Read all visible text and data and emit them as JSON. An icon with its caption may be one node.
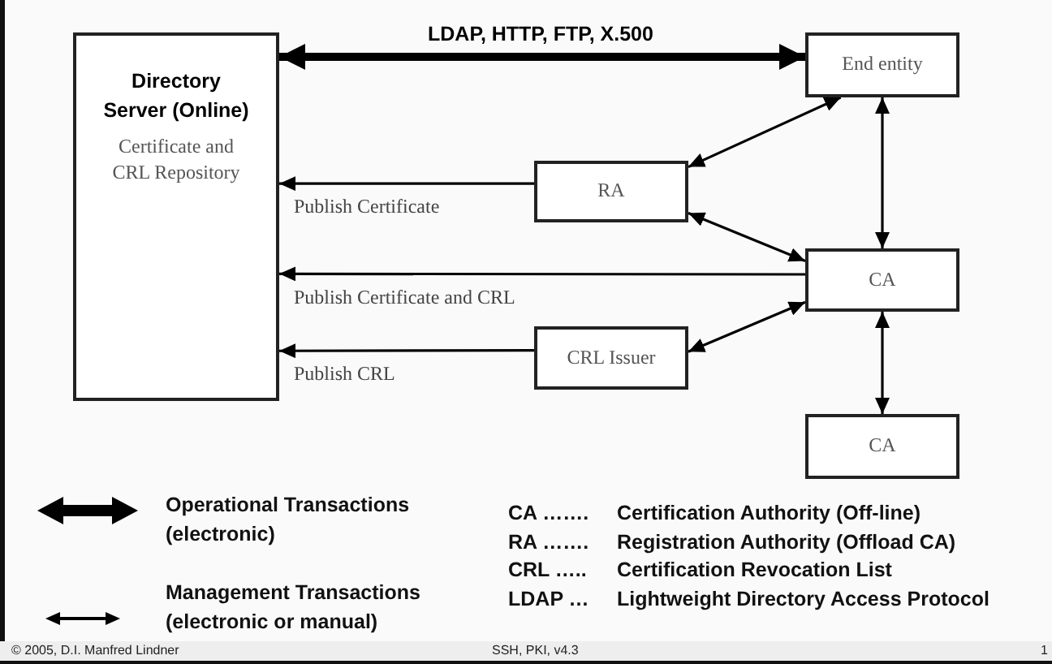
{
  "diagram": {
    "nodes": [
      {
        "text": [
          "Directory Server (Online)",
          "Certificate and CRL Repository"
        ]
      },
      {
        "text": [
          "End entity"
        ]
      },
      {
        "text": [
          "RA"
        ]
      },
      {
        "text": [
          "CA"
        ]
      },
      {
        "text": [
          "CRL Issuer"
        ]
      },
      {
        "text": [
          "CA"
        ]
      }
    ],
    "edges": [
      {
        "from": 0,
        "to": 1,
        "arrow": "both",
        "label": "LDAP, HTTP, FTP, X.500",
        "style": "thick"
      },
      {
        "from": 2,
        "to": 0,
        "arrow": "to",
        "label": "Publish Certificate"
      },
      {
        "from": 3,
        "to": 0,
        "arrow": "to",
        "label": "Publish Certificate and CRL"
      },
      {
        "from": 4,
        "to": 0,
        "arrow": "to",
        "label": "Publish CRL"
      },
      {
        "from": 2,
        "to": 1,
        "arrow": "both"
      },
      {
        "from": 2,
        "to": 3,
        "arrow": "both"
      },
      {
        "from": 3,
        "to": 1,
        "arrow": "both"
      },
      {
        "from": 4,
        "to": 3,
        "arrow": "both"
      },
      {
        "from": 3,
        "to": 5,
        "arrow": "both"
      }
    ],
    "labels": [
      "CA …….",
      "Certification Authority (Off-line)",
      "RA …….",
      "Registration Authority (Offload CA)",
      "CRL …..",
      "Certification Revocation List",
      "LDAP …",
      "Lightweight Directory Access Protocol",
      "© 2005, D.I. Manfred Lindner",
      "SSH, PKI, v4.3",
      "1"
    ],
    "legend": [
      {
        "text": "Operational Transactions (electronic)"
      },
      {
        "text": "Management Transactions (electronic or manual)"
      }
    ]
  }
}
